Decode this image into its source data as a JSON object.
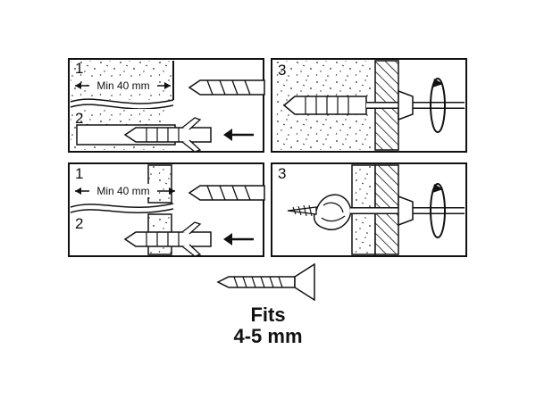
{
  "panels": {
    "top_left": {
      "step_a": "1",
      "step_b": "2",
      "min_label": "Min 40 mm"
    },
    "top_right": {
      "step": "3"
    },
    "bottom_left": {
      "step_a": "1",
      "step_b": "2",
      "min_label": "Min 40 mm"
    },
    "bottom_right": {
      "step": "3"
    }
  },
  "caption": {
    "line1": "Fits",
    "line2": "4-5 mm"
  }
}
